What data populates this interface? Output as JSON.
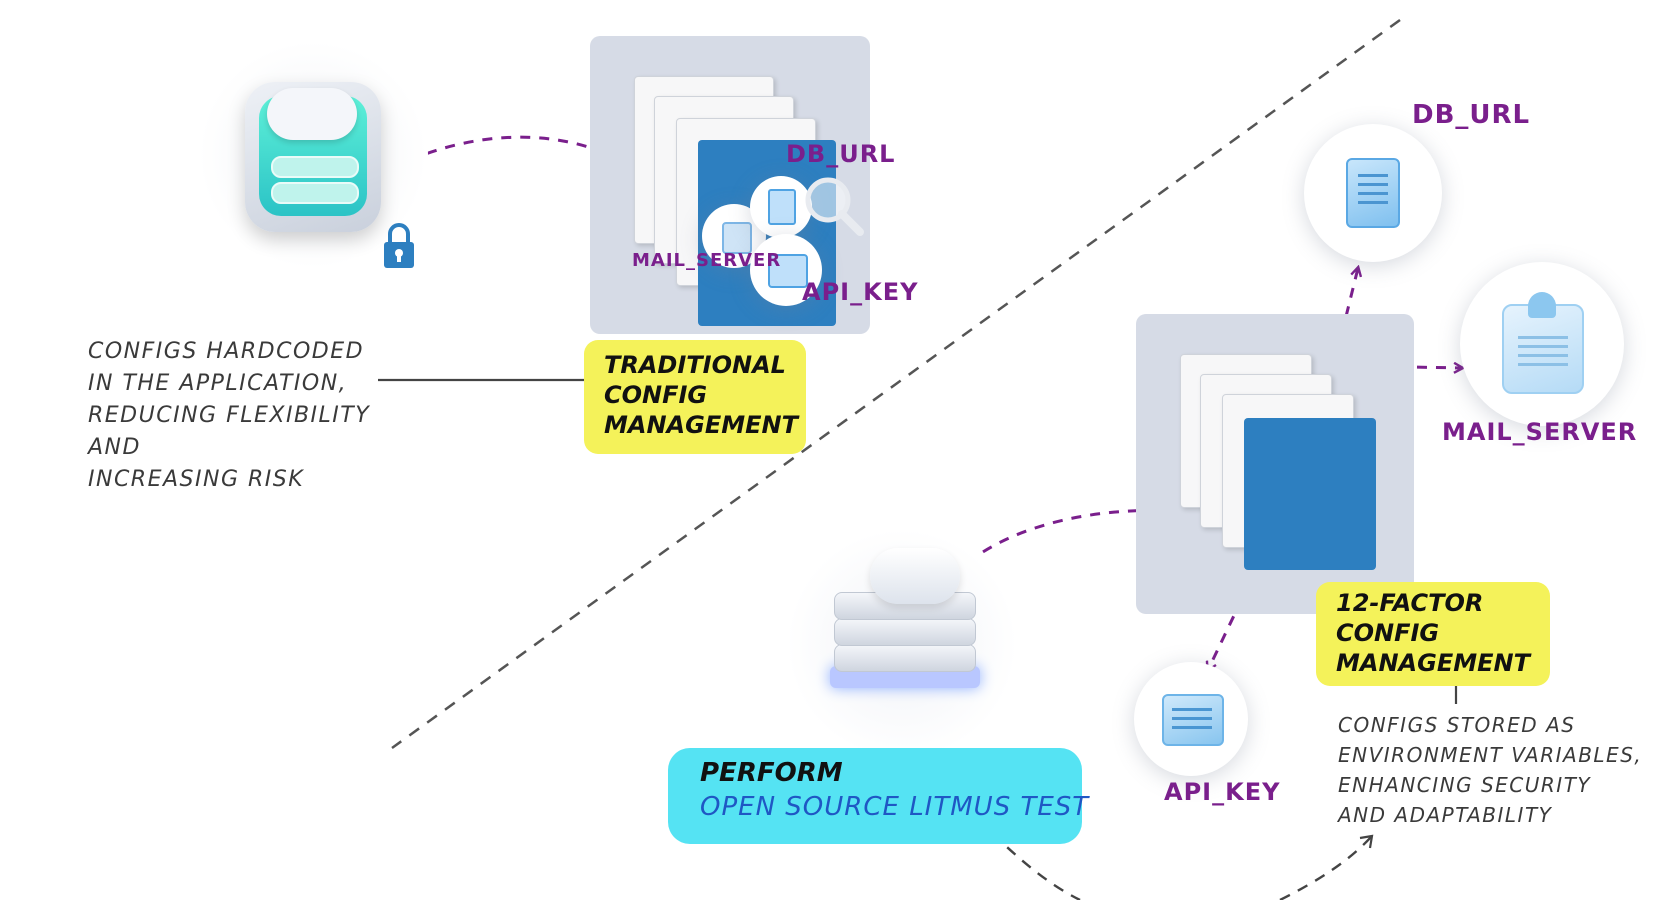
{
  "top_left": {
    "note": [
      "CONFIGS HARDCODED",
      "IN THE APPLICATION,",
      "REDUCING  FLEXIBILITY",
      "AND",
      "INCREASING RISK"
    ],
    "title_lines": [
      "TRADITIONAL",
      "CONFIG",
      "MANAGEMENT"
    ],
    "labels": {
      "db_url": "DB_URL",
      "mail_server": "MAIL_SERVER",
      "api_key": "API_KEY"
    }
  },
  "bottom_right": {
    "labels": {
      "db_url": "DB_URL",
      "mail_server": "MAIL_SERVER",
      "api_key": "API_KEY"
    },
    "title_lines": [
      "12-FACTOR",
      "CONFIG",
      "MANAGEMENT"
    ],
    "note": [
      "CONFIGS STORED AS",
      "ENVIRONMENT VARIABLES,",
      "ENHANCING SECURITY",
      "AND ADAPTABILITY"
    ]
  },
  "brand": {
    "line1": "PERFORM",
    "line2": "OPEN SOURCE  LITMUS TEST"
  },
  "colors": {
    "accent_purple": "#7a1f8c",
    "blue_sheet": "#2d7fc0",
    "highlight_yellow": "#f4f25a",
    "highlight_cyan": "#55e3f3"
  },
  "icons": [
    "cloud-server-icon",
    "lock-icon",
    "document-icon",
    "magnifier-icon",
    "badge-icon",
    "card-icon",
    "server-stack-icon"
  ]
}
